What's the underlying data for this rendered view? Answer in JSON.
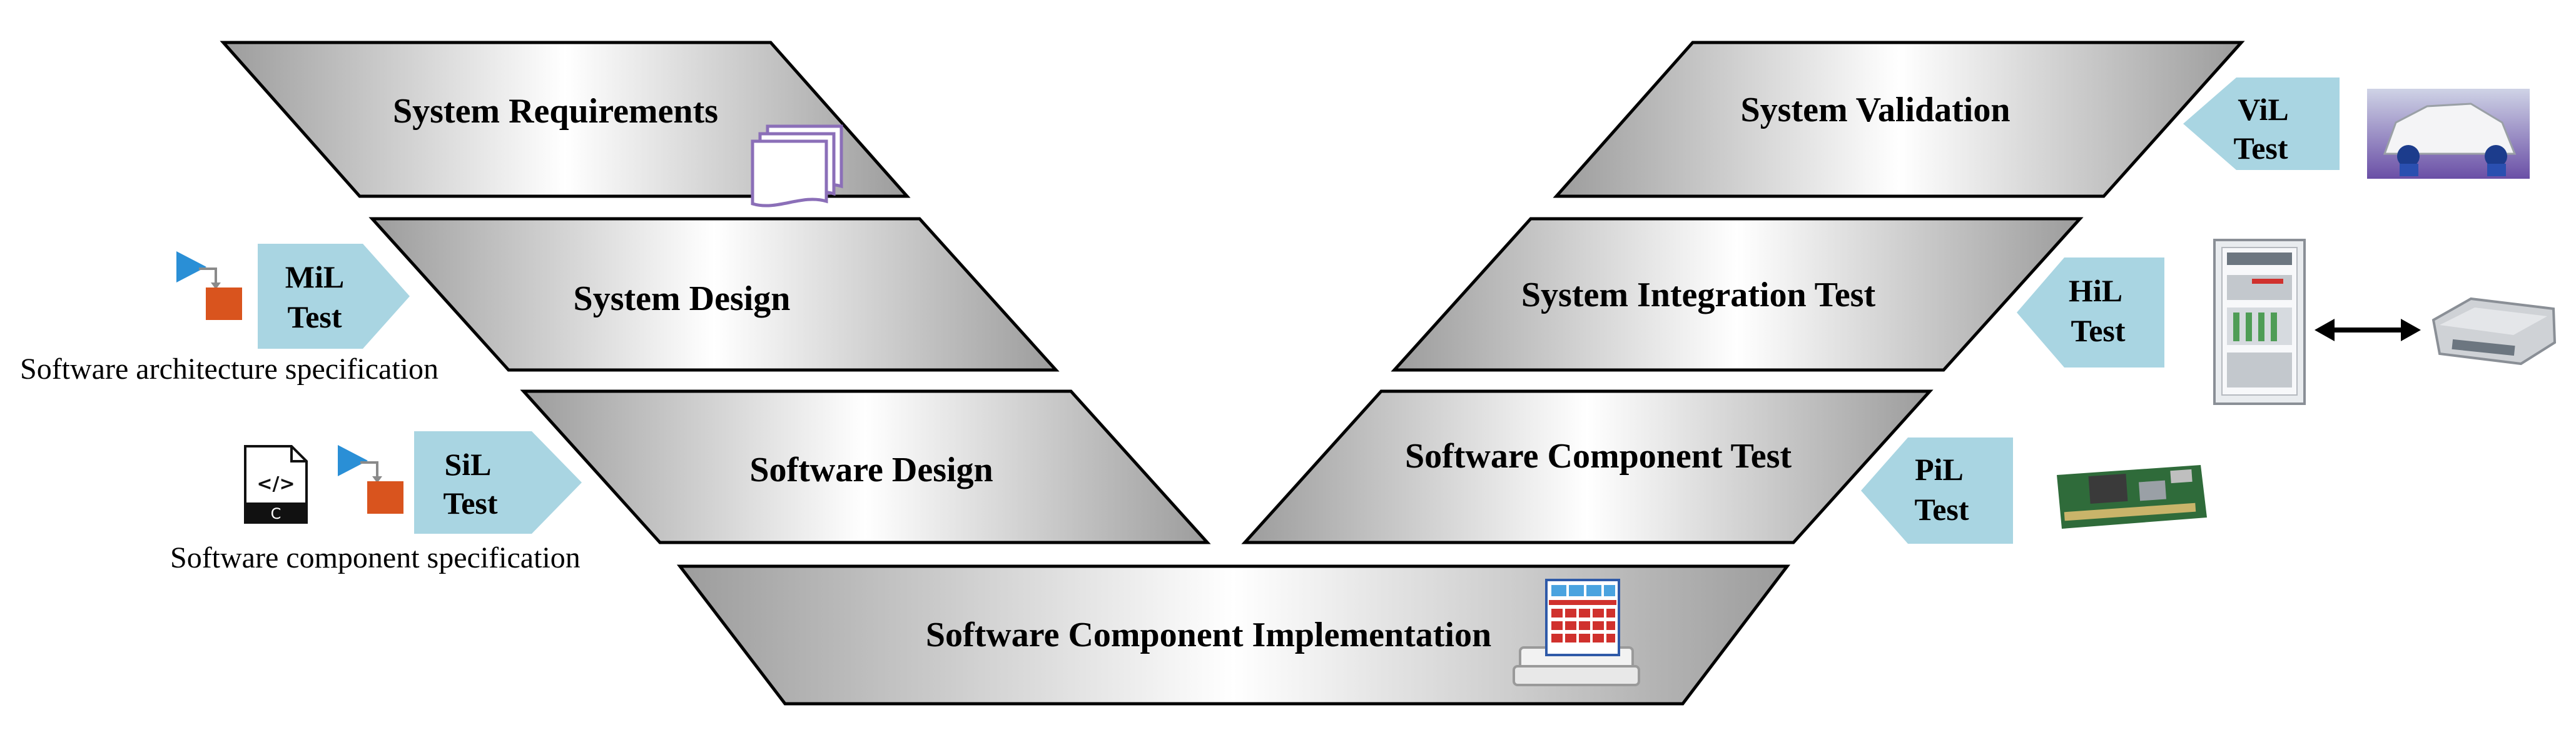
{
  "stages": [
    {
      "id": "system-requirements",
      "label": "System Requirements"
    },
    {
      "id": "system-design",
      "label": "System Design"
    },
    {
      "id": "software-design",
      "label": "Software Design"
    },
    {
      "id": "software-component-implementation",
      "label": "Software Component Implementation"
    },
    {
      "id": "software-component-test",
      "label": "Software Component Test"
    },
    {
      "id": "system-integration-test",
      "label": "System Integration Test"
    },
    {
      "id": "system-validation",
      "label": "System Validation"
    }
  ],
  "tests": [
    {
      "id": "mil",
      "line1": "MiL",
      "line2": "Test"
    },
    {
      "id": "sil",
      "line1": "SiL",
      "line2": "Test"
    },
    {
      "id": "pil",
      "line1": "PiL",
      "line2": "Test"
    },
    {
      "id": "hil",
      "line1": "HiL",
      "line2": "Test"
    },
    {
      "id": "vil",
      "line1": "ViL",
      "line2": "Test"
    }
  ],
  "captions": {
    "architecture": "Software architecture specification",
    "component": "Software component specification"
  },
  "file_icon": {
    "glyph": "</>",
    "letter": "C"
  },
  "icons": [
    "documents-icon",
    "simulink-model-icon",
    "code-file-icon",
    "ecu-model-icon",
    "circuit-board-icon",
    "hil-rack-icon",
    "ecu-box-icon",
    "vehicle-test-icon",
    "double-arrow-icon"
  ],
  "colors": {
    "tag_fill": "#a9d5e2",
    "stage_gradient_center": "#ffffff",
    "stage_gradient_edge": "#9c9c9c",
    "stage_stroke": "#000000"
  }
}
